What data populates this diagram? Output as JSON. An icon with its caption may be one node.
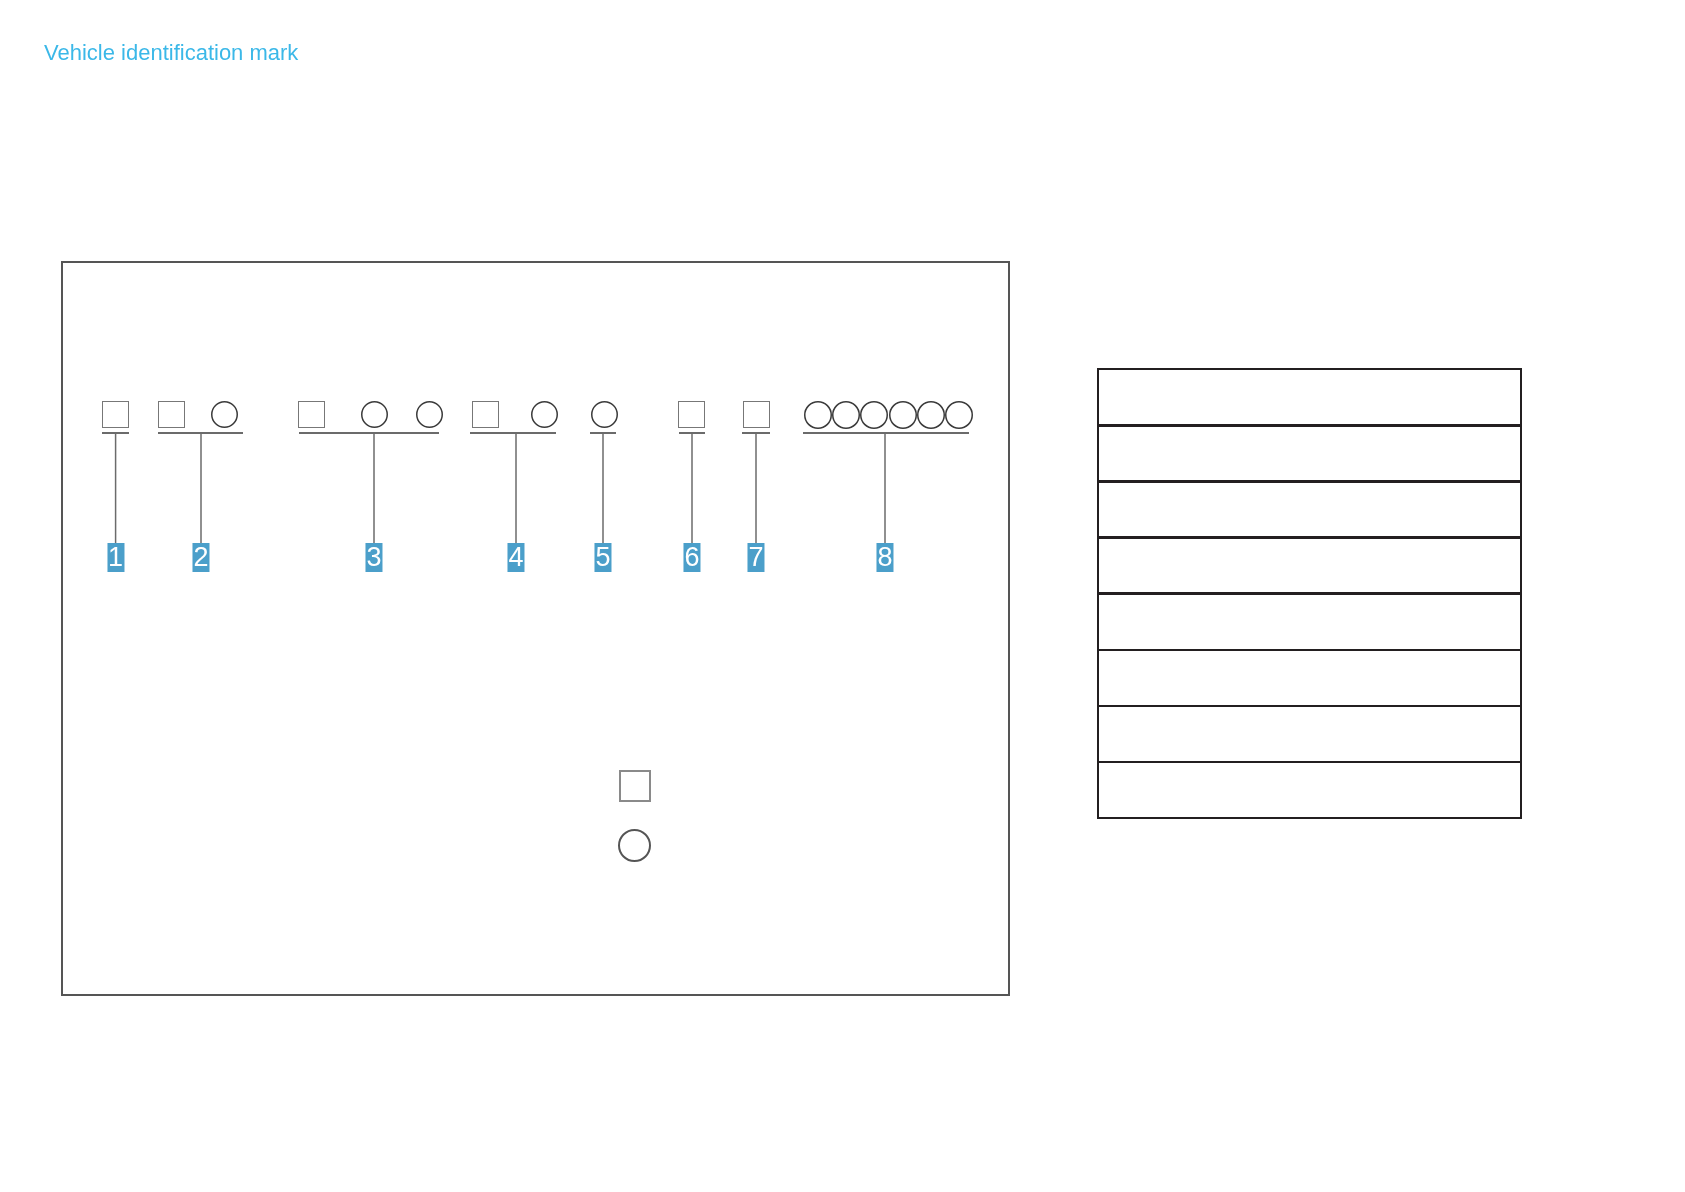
{
  "diagram": {
    "title": "Vehicle identification mark",
    "nodes": [
      {
        "text": [],
        "shape": "box"
      },
      {
        "text": [],
        "shape": "box",
        "in": 0
      },
      {
        "text": [],
        "shape": "box",
        "in": 0
      },
      {
        "text": [],
        "shape": "circle",
        "in": 0
      },
      {
        "text": [],
        "shape": "box",
        "in": 0
      },
      {
        "text": [],
        "shape": "circle",
        "in": 0
      },
      {
        "text": [],
        "shape": "circle",
        "in": 0
      },
      {
        "text": [],
        "shape": "box",
        "in": 0
      },
      {
        "text": [],
        "shape": "circle",
        "in": 0
      },
      {
        "text": [],
        "shape": "circle",
        "in": 0
      },
      {
        "text": [],
        "shape": "box",
        "in": 0
      },
      {
        "text": [],
        "shape": "box",
        "in": 0
      },
      {
        "text": [],
        "shape": "circle",
        "in": 0
      },
      {
        "text": [],
        "shape": "circle",
        "in": 0
      },
      {
        "text": [],
        "shape": "circle",
        "in": 0
      },
      {
        "text": [],
        "shape": "circle",
        "in": 0
      },
      {
        "text": [],
        "shape": "circle",
        "in": 0
      },
      {
        "text": [],
        "shape": "circle",
        "in": 0
      },
      {
        "text": [],
        "shape": "bar",
        "in": 0
      },
      {
        "text": [],
        "shape": "bar",
        "in": 0
      },
      {
        "text": [],
        "shape": "bar",
        "in": 0
      },
      {
        "text": [],
        "shape": "bar",
        "in": 0
      },
      {
        "text": [],
        "shape": "bar",
        "in": 0
      },
      {
        "text": [],
        "shape": "bar",
        "in": 0
      },
      {
        "text": [],
        "shape": "bar",
        "in": 0
      },
      {
        "text": [],
        "shape": "bar",
        "in": 0
      },
      {
        "text": [
          "1"
        ],
        "in": 0
      },
      {
        "text": [
          "2"
        ],
        "in": 0
      },
      {
        "text": [
          "3"
        ],
        "in": 0
      },
      {
        "text": [
          "4"
        ],
        "in": 0
      },
      {
        "text": [
          "5"
        ],
        "in": 0
      },
      {
        "text": [
          "6"
        ],
        "in": 0
      },
      {
        "text": [
          "7"
        ],
        "in": 0
      },
      {
        "text": [
          "8"
        ],
        "in": 0
      },
      {
        "text": [],
        "shape": "box",
        "in": 0
      },
      {
        "text": [],
        "shape": "circle",
        "in": 0
      },
      {
        "text": [],
        "shape": "box"
      },
      {
        "text": [],
        "shape": "box"
      },
      {
        "text": [],
        "shape": "box"
      },
      {
        "text": [],
        "shape": "box"
      },
      {
        "text": [],
        "shape": "box"
      },
      {
        "text": [],
        "shape": "box"
      },
      {
        "text": [],
        "shape": "box"
      },
      {
        "text": [],
        "shape": "box"
      }
    ],
    "edges": [
      {
        "from": 26,
        "to": 18,
        "arrow": "none"
      },
      {
        "from": 27,
        "to": 19,
        "arrow": "none"
      },
      {
        "from": 28,
        "to": 20,
        "arrow": "none"
      },
      {
        "from": 29,
        "to": 21,
        "arrow": "none"
      },
      {
        "from": 30,
        "to": 22,
        "arrow": "none"
      },
      {
        "from": 31,
        "to": 23,
        "arrow": "none"
      },
      {
        "from": 32,
        "to": 24,
        "arrow": "none"
      },
      {
        "from": 33,
        "to": 25,
        "arrow": "none"
      }
    ]
  }
}
